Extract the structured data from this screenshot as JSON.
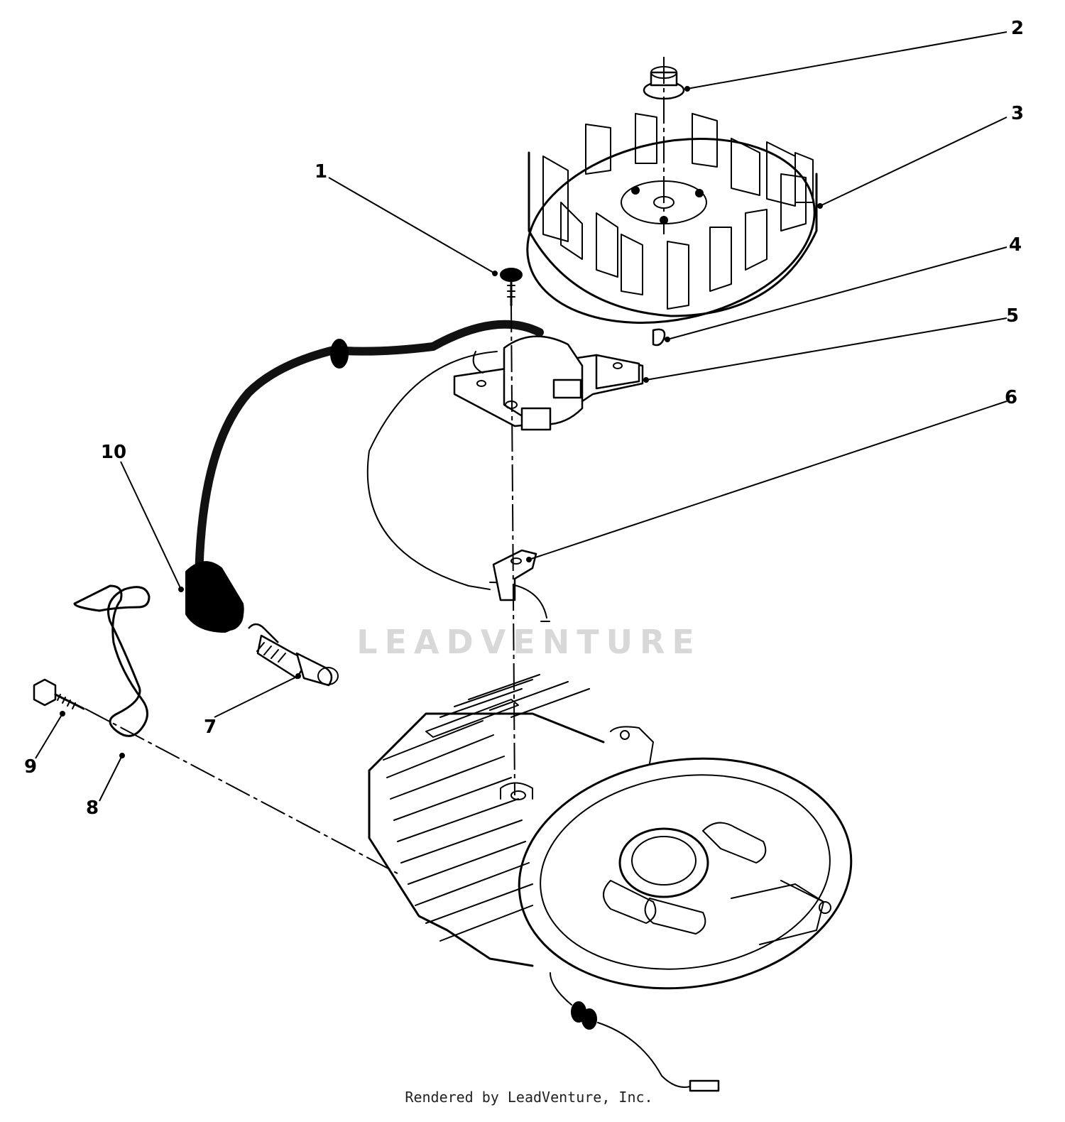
{
  "diagram": {
    "callouts": [
      {
        "id": "1",
        "label": "1"
      },
      {
        "id": "2",
        "label": "2"
      },
      {
        "id": "3",
        "label": "3"
      },
      {
        "id": "4",
        "label": "4"
      },
      {
        "id": "5",
        "label": "5"
      },
      {
        "id": "6",
        "label": "6"
      },
      {
        "id": "7",
        "label": "7"
      },
      {
        "id": "8",
        "label": "8"
      },
      {
        "id": "9",
        "label": "9"
      },
      {
        "id": "10",
        "label": "10"
      }
    ],
    "watermark": "LEADVENTURE",
    "footer": "Rendered by LeadVenture, Inc."
  }
}
